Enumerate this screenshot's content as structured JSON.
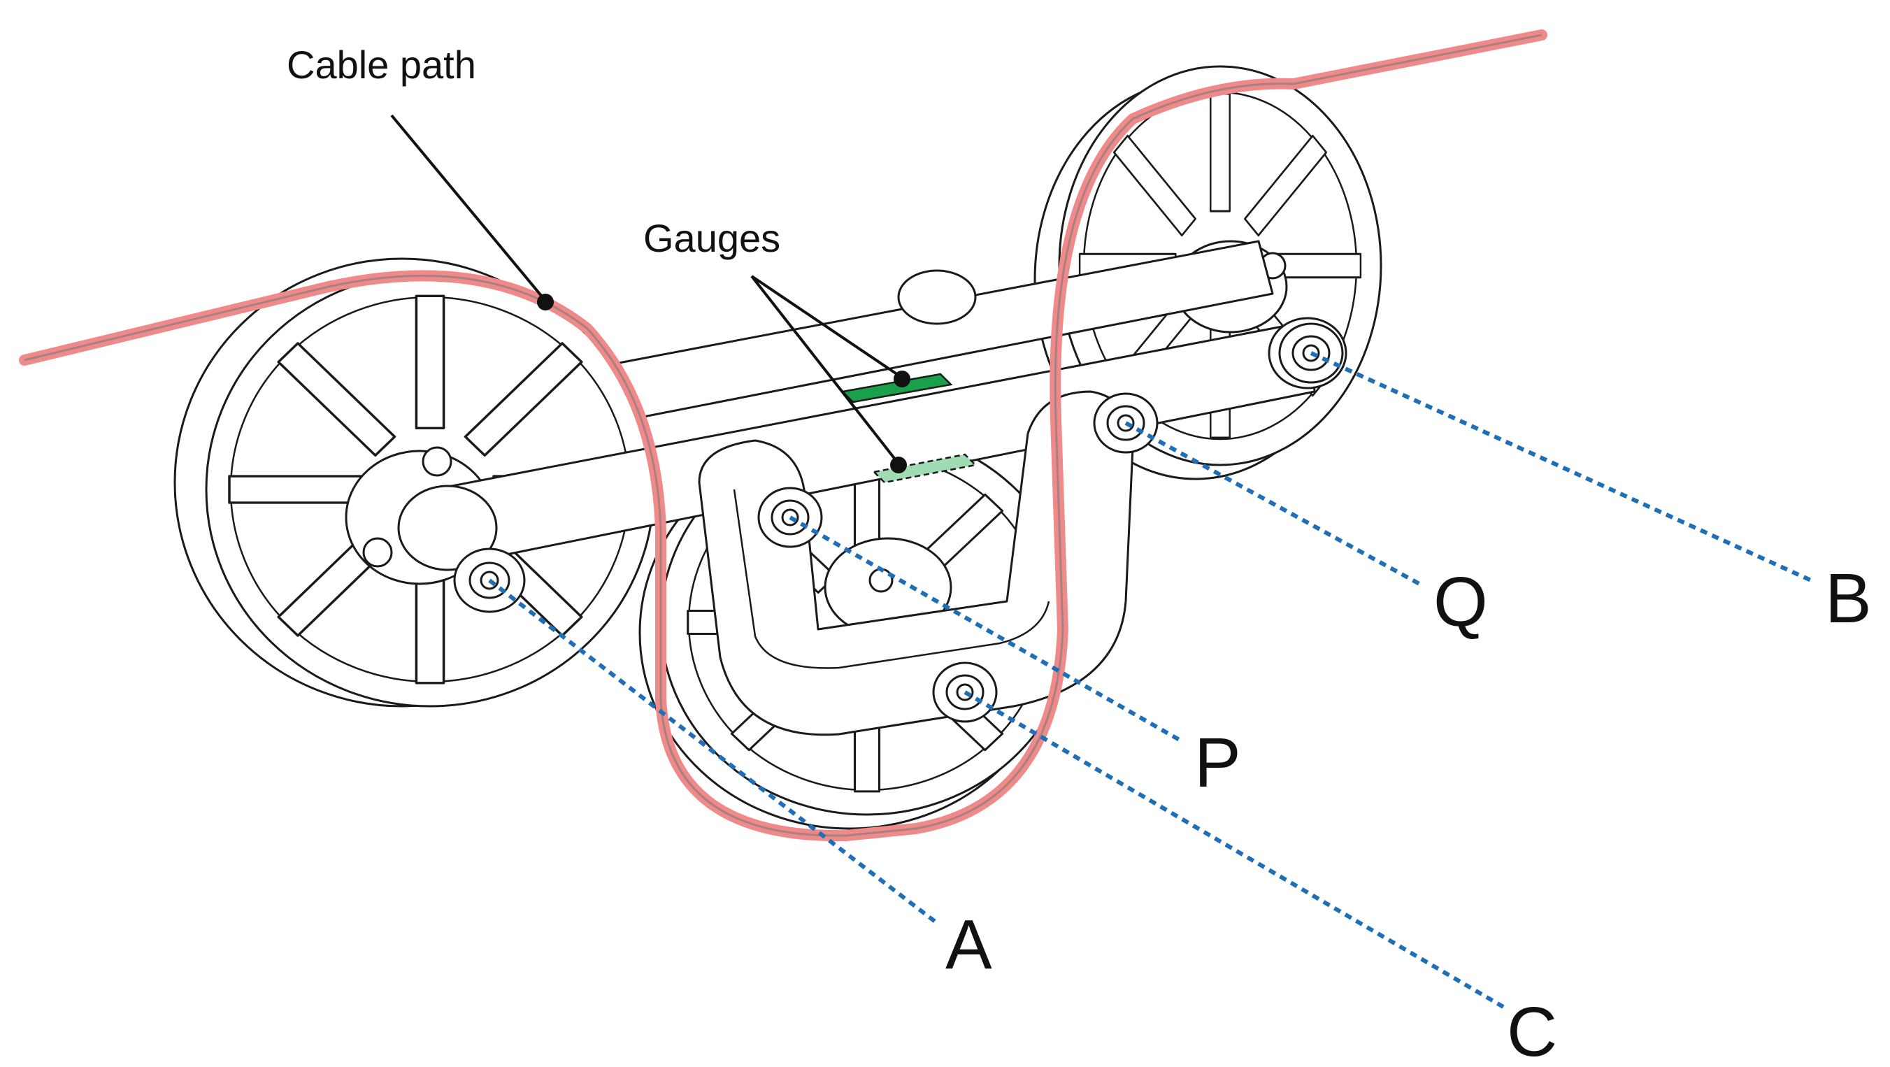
{
  "labels": {
    "cable_path": "Cable path",
    "gauges": "Gauges",
    "point_a": "A",
    "point_b": "B",
    "point_c": "C",
    "point_p": "P",
    "point_q": "Q"
  },
  "colors": {
    "cable": "#f08a8a",
    "cable_core": "#7a7a7a",
    "gauge_top": "#1aa04a",
    "gauge_bottom": "#9fdcb4",
    "leader_dotted": "#1f6fb8",
    "ink": "#1a1a1a"
  }
}
